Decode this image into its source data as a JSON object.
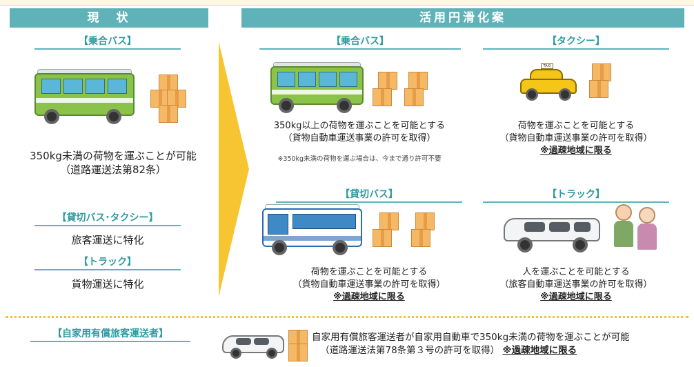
{
  "headers": {
    "current": "現　状",
    "plan": "活用円滑化案"
  },
  "current": {
    "bus_heading": "【乗合バス】",
    "bus_desc_1": "350kg未満の荷物を運ぶことが可能",
    "bus_desc_2": "（道路運送法第82条）",
    "charter_heading": "【貸切バス･タクシー】",
    "charter_desc": "旅客運送に特化",
    "truck_heading": "【トラック】",
    "truck_desc": "貨物運送に特化"
  },
  "plan": {
    "bus": {
      "heading": "【乗合バス】",
      "desc_1": "350kg以上の荷物を運ぶことを可能とする",
      "desc_2": "（貨物自動車運送事業の許可を取得）",
      "note": "※350kg未満の荷物を運ぶ場合は、今まで通り許可不要"
    },
    "taxi": {
      "heading": "【タクシー】",
      "desc_1": "荷物を運ぶことを可能とする",
      "desc_2": "（貨物自動車運送事業の許可を取得）",
      "limit": "※過疎地域に限る",
      "sign": "TAXI"
    },
    "charter": {
      "heading": "【貸切バス】",
      "desc_1": "荷物を運ぶことを可能とする",
      "desc_2": "（貨物自動車運送事業の許可を取得）",
      "limit": "※過疎地域に限る"
    },
    "truck": {
      "heading": "【トラック】",
      "desc_1": "人を運ぶことを可能とする",
      "desc_2": "（旅客自動車運送事業の許可を取得）",
      "limit": "※過疎地域に限る"
    }
  },
  "private": {
    "heading": "【自家用有償旅客運送者】",
    "desc_1": "自家用有償旅客運送者が自家用自動車で350kg未満の荷物を運ぶことが可能",
    "desc_2": "（道路運送法第78条第３号の許可を取得）",
    "limit": "※過疎地域に限る"
  },
  "colors": {
    "header_band": "#5fb2b8",
    "heading_text": "#2e9a9f",
    "arrow": "#f7c531",
    "divider": "#f2c233"
  }
}
